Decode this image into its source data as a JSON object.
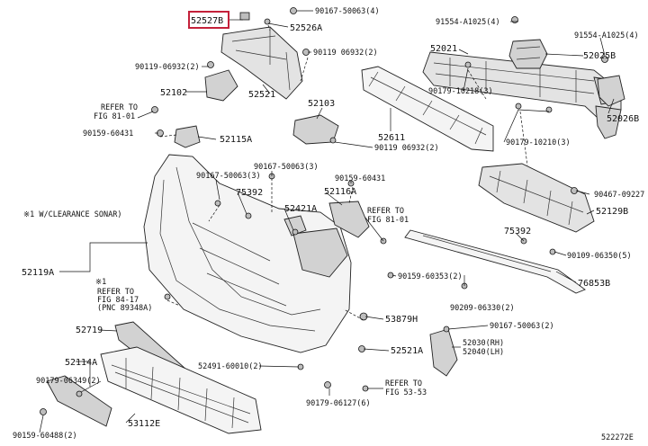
{
  "diagram": {
    "drawing_code": "522272E",
    "highlighted_part": "52527B",
    "labels": [
      {
        "id": "52527B",
        "text": "52527B"
      },
      {
        "id": "90167-50063-4",
        "text": "90167-50063(4)"
      },
      {
        "id": "52526A",
        "text": "52526A"
      },
      {
        "id": "91554-A1025-4-top",
        "text": "91554-A1025(4)"
      },
      {
        "id": "52021",
        "text": "52021"
      },
      {
        "id": "91554-A1025-4-right",
        "text": "91554-A1025(4)"
      },
      {
        "id": "90119-06932-2-left",
        "text": "90119-06932(2)"
      },
      {
        "id": "90119-06932-2-mid",
        "text": "90119 06932(2)"
      },
      {
        "id": "52025B",
        "text": "52025B"
      },
      {
        "id": "90179-10218-3",
        "text": "90179-10218(3)"
      },
      {
        "id": "52102",
        "text": "52102"
      },
      {
        "id": "52521",
        "text": "52521"
      },
      {
        "id": "52103",
        "text": "52103"
      },
      {
        "id": "52026B",
        "text": "52026B"
      },
      {
        "id": "52611",
        "text": "52611"
      },
      {
        "id": "refer-fig-81-01-a-l1",
        "text": "REFER TO"
      },
      {
        "id": "refer-fig-81-01-a-l2",
        "text": "FIG 81-01"
      },
      {
        "id": "90159-60431-left",
        "text": "90159-60431"
      },
      {
        "id": "52115A",
        "text": "52115A"
      },
      {
        "id": "90119-06932-2-low",
        "text": "90119 06932(2)"
      },
      {
        "id": "90179-10210-3",
        "text": "90179-10210(3)"
      },
      {
        "id": "90167-50063-3-a",
        "text": "90167-50063(3)"
      },
      {
        "id": "90167-50063-3-b",
        "text": "90167-50063(3)"
      },
      {
        "id": "90159-60431-mid",
        "text": "90159-60431"
      },
      {
        "id": "90467-09227",
        "text": "90467-09227"
      },
      {
        "id": "75392-a",
        "text": "75392"
      },
      {
        "id": "52116A",
        "text": "52116A"
      },
      {
        "id": "52129B",
        "text": "52129B"
      },
      {
        "id": "note-clearance-sonar",
        "text": "※1 W/CLEARANCE SONAR)"
      },
      {
        "id": "52421A",
        "text": "52421A"
      },
      {
        "id": "refer-fig-81-01-b-l1",
        "text": "REFER TO"
      },
      {
        "id": "refer-fig-81-01-b-l2",
        "text": "FIG 81-01"
      },
      {
        "id": "75392-b",
        "text": "75392"
      },
      {
        "id": "90109-06350-5",
        "text": "90109-06350(5)"
      },
      {
        "id": "52119A",
        "text": "52119A"
      },
      {
        "id": "note-1-mark",
        "text": "※1"
      },
      {
        "id": "refer-fig-84-17-l1",
        "text": "REFER TO"
      },
      {
        "id": "refer-fig-84-17-l2",
        "text": "FIG 84-17"
      },
      {
        "id": "refer-fig-84-17-l3",
        "text": "(PNC 89348A)"
      },
      {
        "id": "90159-60353-2",
        "text": "90159-60353(2)"
      },
      {
        "id": "76853B",
        "text": "76853B"
      },
      {
        "id": "90209-06330-2",
        "text": "90209-06330(2)"
      },
      {
        "id": "53879H",
        "text": "53879H"
      },
      {
        "id": "52719",
        "text": "52719"
      },
      {
        "id": "90167-50063-2",
        "text": "90167-50063(2)"
      },
      {
        "id": "52030RH",
        "text": "52030(RH)"
      },
      {
        "id": "52040LH",
        "text": "52040(LH)"
      },
      {
        "id": "52521A",
        "text": "52521A"
      },
      {
        "id": "52114A",
        "text": "52114A"
      },
      {
        "id": "52491-60010-2",
        "text": "52491-60010(2)"
      },
      {
        "id": "90179-06349-2",
        "text": "90179-06349(2)"
      },
      {
        "id": "refer-fig-53-53-l1",
        "text": "REFER TO"
      },
      {
        "id": "refer-fig-53-53-l2",
        "text": "FIG 53-53"
      },
      {
        "id": "53112E",
        "text": "53112E"
      },
      {
        "id": "90179-06127-6",
        "text": "90179-06127(6)"
      },
      {
        "id": "90159-60488-2",
        "text": "90159-60488(2)"
      }
    ]
  }
}
